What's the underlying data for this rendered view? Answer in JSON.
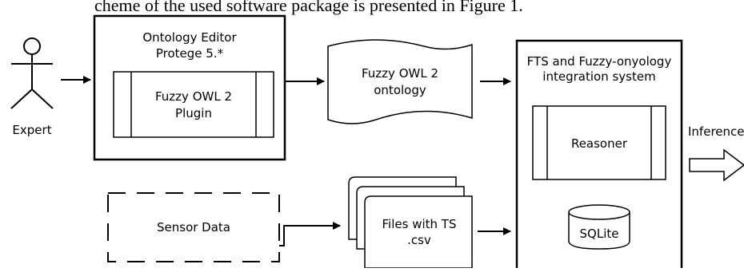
{
  "caption": "cheme of the used software package is presented in Figure 1.",
  "actor": {
    "label": "Expert"
  },
  "editor": {
    "line1": "Ontology Editor",
    "line2": "Protege 5.*"
  },
  "plugin": {
    "line1": "Fuzzy OWL 2",
    "line2": "Plugin"
  },
  "ontology_doc": {
    "line1": "Fuzzy OWL 2",
    "line2": "ontology"
  },
  "system": {
    "line1": "FTS and Fuzzy-onyology",
    "line2": "integration system"
  },
  "reasoner": {
    "label": "Reasoner"
  },
  "database": {
    "label": "SQLite"
  },
  "sensor": {
    "label": "Sensor Data"
  },
  "files": {
    "line1": "Files with TS",
    "line2": ".csv"
  },
  "output": {
    "label": "Inference"
  }
}
